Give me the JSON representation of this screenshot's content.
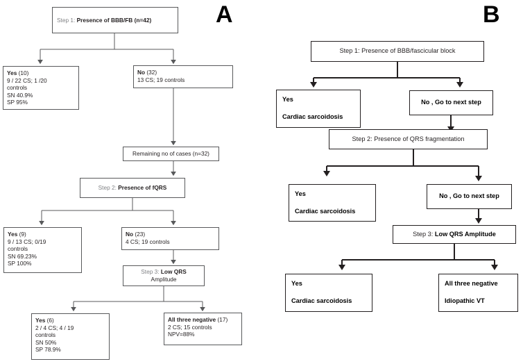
{
  "panels": {
    "a": {
      "letter": "A",
      "nodes": {
        "step1": {
          "prefix": "Step 1:",
          "text": " Presence of BBB/FB (n=42)"
        },
        "yes10": {
          "lines": [
            {
              "strong": "Yes",
              "rest": " (10)"
            },
            {
              "strong": "",
              "rest": "9 / 22 CS; 1 /20"
            },
            {
              "strong": "",
              "rest": "controls"
            },
            {
              "strong": "",
              "rest": "SN 40.9%"
            },
            {
              "strong": "",
              "rest": "SP 95%"
            }
          ]
        },
        "no32": {
          "lines": [
            {
              "strong": "No",
              "rest": " (32)"
            },
            {
              "strong": "",
              "rest": "13 CS; 19 controls"
            }
          ]
        },
        "remaining": {
          "text": "Remaining no of cases (n=32)"
        },
        "step2": {
          "prefix": "Step 2:",
          "text": " Presence of fQRS"
        },
        "yes9": {
          "lines": [
            {
              "strong": "Yes",
              "rest": " (9)"
            },
            {
              "strong": "",
              "rest": "9 / 13 CS; 0/19"
            },
            {
              "strong": "",
              "rest": "controls"
            },
            {
              "strong": "",
              "rest": "SN 69.23%"
            },
            {
              "strong": "",
              "rest": "SP 100%"
            }
          ]
        },
        "no23": {
          "lines": [
            {
              "strong": "No",
              "rest": " (23)"
            },
            {
              "strong": "",
              "rest": "4 CS; 19 controls"
            }
          ]
        },
        "step3": {
          "prefix": "Step 3:",
          "text": " Low QRS",
          "line2": "Amplitude"
        },
        "yes6": {
          "lines": [
            {
              "strong": "Yes",
              "rest": " (6)"
            },
            {
              "strong": "",
              "rest": "2 / 4 CS; 4 / 19"
            },
            {
              "strong": "",
              "rest": "controls"
            },
            {
              "strong": "",
              "rest": "SN 50%"
            },
            {
              "strong": "",
              "rest": "SP 78.9%"
            }
          ]
        },
        "allneg": {
          "lines": [
            {
              "strong": "All three  negative",
              "rest": " (17)"
            },
            {
              "strong": "",
              "rest": "2 CS; 15 controls"
            },
            {
              "strong": "",
              "rest": "NPV=88%"
            }
          ]
        }
      }
    },
    "b": {
      "letter": "B",
      "nodes": {
        "step1": {
          "prefix": "Step 1:",
          "text": " Presence of BBB/fascicular block"
        },
        "yes1": {
          "line1": "Yes",
          "line2": "Cardiac sarcoidosis"
        },
        "no1": {
          "text": "No , Go to next step"
        },
        "step2": {
          "prefix": "Step 2:",
          "text": " Presence of QRS fragmentation"
        },
        "yes2": {
          "line1": "Yes",
          "line2": "Cardiac sarcoidosis"
        },
        "no2": {
          "text": "No , Go to next step"
        },
        "step3": {
          "prefix": "Step 3:",
          "text": " Low QRS Amplitude"
        },
        "yes3": {
          "line1": "Yes",
          "line2": "Cardiac sarcoidosis"
        },
        "allneg": {
          "line1": "All three negative",
          "line2": "Idiopathic VT"
        }
      }
    }
  },
  "colors": {
    "panel_a_border": "#58595b",
    "panel_b_border": "#231f20",
    "step_label_gray": "#808285",
    "text": "#231f20",
    "background": "#ffffff"
  }
}
